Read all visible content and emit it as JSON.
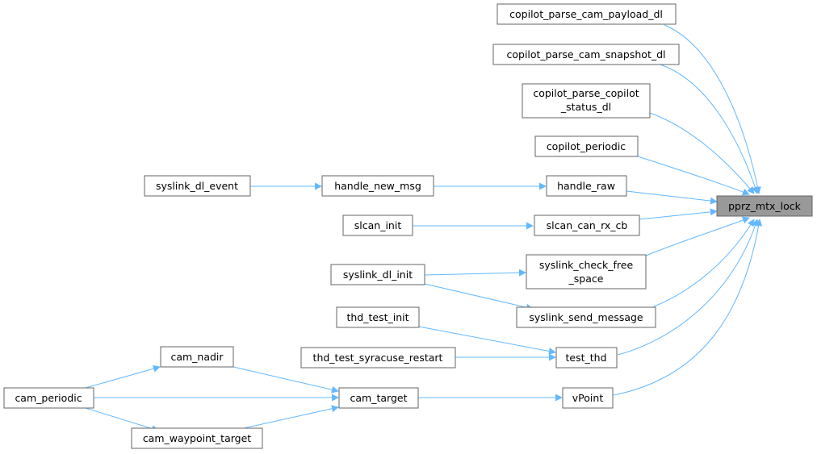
{
  "nodes": {
    "pprz_mtx_lock": "pprz_mtx_lock",
    "copilot_parse_cam_payload_dl": "copilot_parse_cam_payload_dl",
    "copilot_parse_cam_snapshot_dl": "copilot_parse_cam_snapshot_dl",
    "copilot_parse_copilot_status_dl": [
      "copilot_parse_copilot",
      "_status_dl"
    ],
    "copilot_periodic": "copilot_periodic",
    "handle_raw": "handle_raw",
    "handle_new_msg": "handle_new_msg",
    "syslink_dl_event": "syslink_dl_event",
    "slcan_can_rx_cb": "slcan_can_rx_cb",
    "slcan_init": "slcan_init",
    "syslink_check_free_space": [
      "syslink_check_free",
      "_space"
    ],
    "syslink_dl_init": "syslink_dl_init",
    "syslink_send_message": "syslink_send_message",
    "thd_test_init": "thd_test_init",
    "test_thd": "test_thd",
    "thd_test_syracuse_restart": "thd_test_syracuse_restart",
    "cam_nadir": "cam_nadir",
    "cam_periodic": "cam_periodic",
    "cam_target": "cam_target",
    "vPoint": "vPoint",
    "cam_waypoint_target": "cam_waypoint_target"
  },
  "colors": {
    "edge": "#63b8ff",
    "node_border": "#666666",
    "focus_fill": "#999999"
  }
}
